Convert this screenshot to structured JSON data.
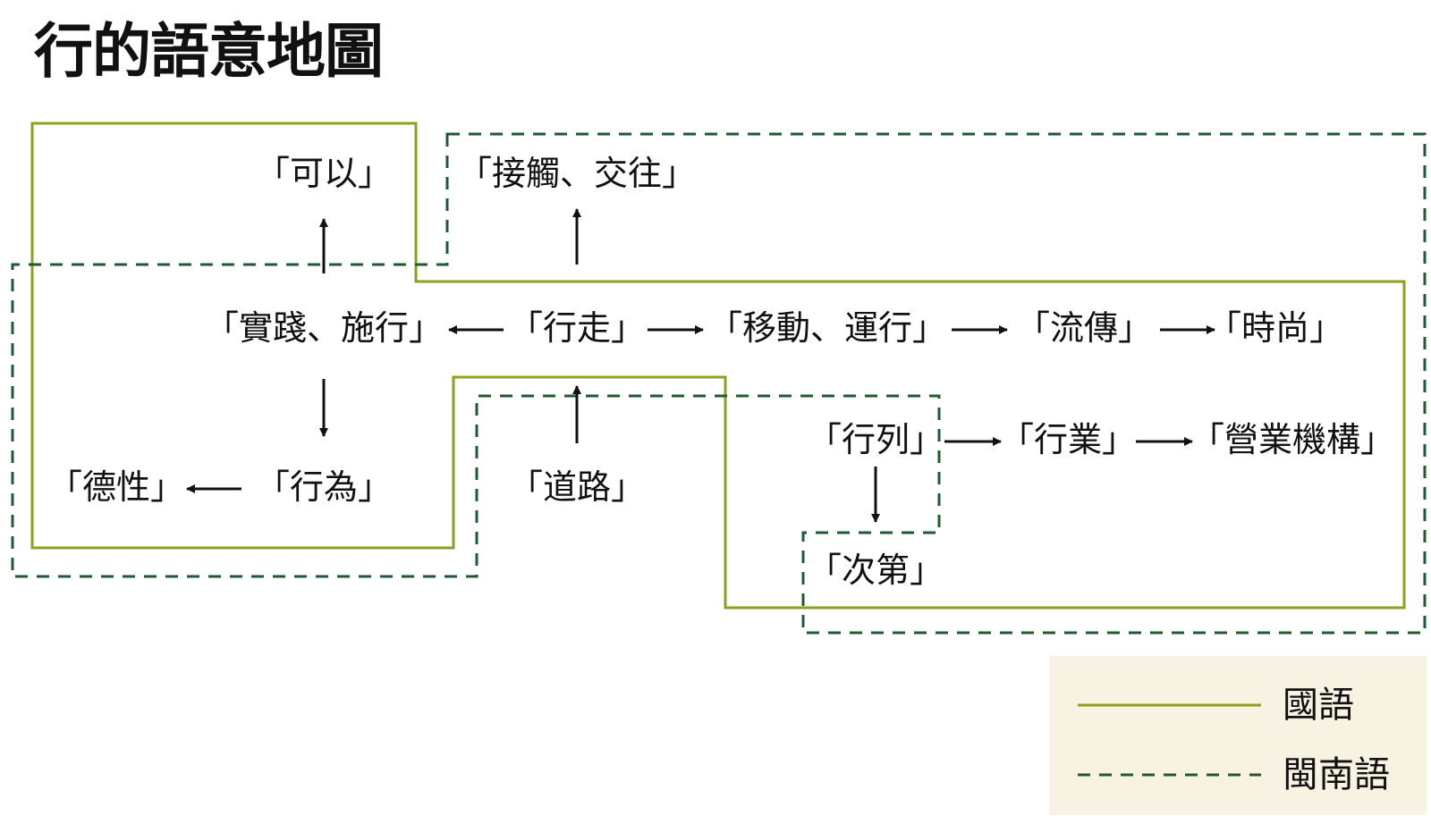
{
  "title": "行的語意地圖",
  "nodes": {
    "keyi": "「可以」",
    "jiechu": "「接觸、交往」",
    "shijian": "「實踐、施行」",
    "xingzou": "「行走」",
    "yidong": "「移動、運行」",
    "liuchuan": "「流傳」",
    "shishang": "「時尚」",
    "hanglie": "「行列」",
    "hangye": "「行業」",
    "yingye": "「營業機構」",
    "dexing": "「德性」",
    "xingwei": "「行為」",
    "daolu": "「道路」",
    "cidi": "「次第」"
  },
  "legend": {
    "mandarin": "國語",
    "minnan": "閩南語"
  },
  "colors": {
    "mandarin_line": "#8aa31e",
    "minnan_line": "#1f5a32",
    "legend_bg": "#f7f2e1",
    "text": "#111111"
  }
}
